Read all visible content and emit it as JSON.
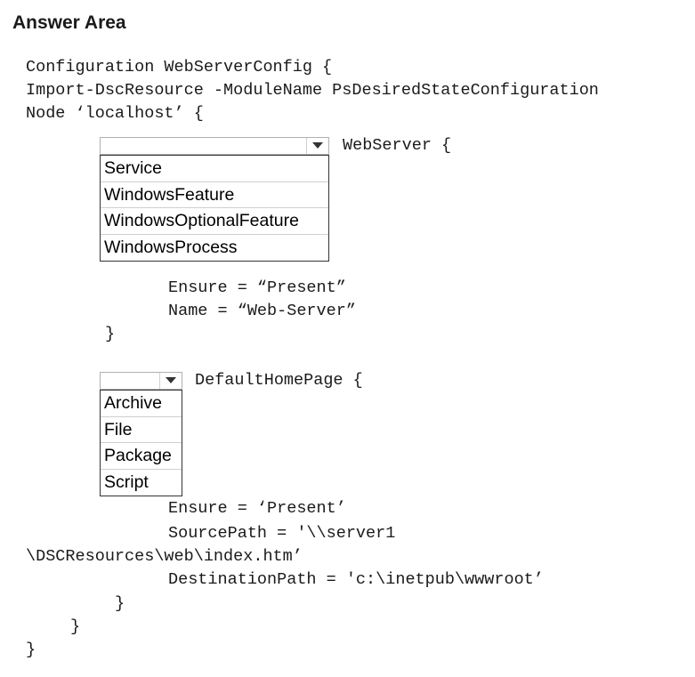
{
  "title": "Answer Area",
  "code": {
    "line1": "Configuration WebServerConfig {",
    "line2": "Import-DscResource -ModuleName PsDesiredStateConfiguration",
    "line3": "Node ‘localhost’ {",
    "block1_after": "WebServer {",
    "ensure1": "Ensure = “Present”",
    "name1": "Name = “Web-Server”",
    "close1": "}",
    "block2_after": "DefaultHomePage {",
    "ensure2": "Ensure = ‘Present’",
    "source_a": "SourcePath = '\\\\server1",
    "source_b": "\\DSCResources\\web\\index.htm’",
    "dest": "DestinationPath = 'c:\\inetpub\\wwwroot’",
    "close2": "}",
    "close3": "}",
    "close4": "}"
  },
  "dropdown1": {
    "selected": "",
    "options": [
      "Service",
      "WindowsFeature",
      "WindowsOptionalFeature",
      "WindowsProcess"
    ]
  },
  "dropdown2": {
    "selected": "",
    "options": [
      "Archive",
      "File",
      "Package",
      "Script"
    ]
  }
}
